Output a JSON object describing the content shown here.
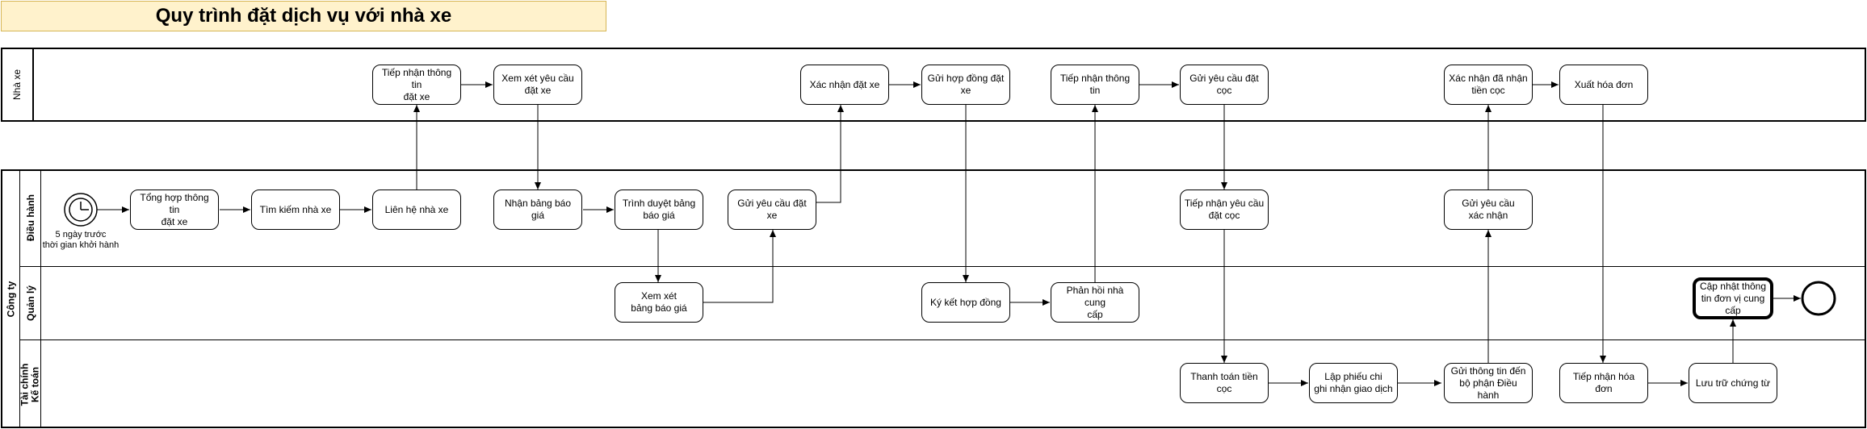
{
  "title": "Quy trình đặt dịch vụ với nhà xe",
  "pools": {
    "nha_xe": "Nhà xe",
    "cong_ty": "Công ty"
  },
  "lanes": {
    "dieu_hanh": "Điều hành",
    "quan_ly": "Quản lý",
    "tai_chinh": "Tài chính\nKế toán"
  },
  "start_event_label": "5 ngày trước\nthời gian khởi hành",
  "tasks": {
    "nx_tiep_nhan_thong_tin_dat_xe": "Tiếp nhận thông tin\nđặt xe",
    "nx_xem_xet_yeu_cau": "Xem xét yêu cầu\nđặt xe",
    "nx_xac_nhan_dat_xe": "Xác nhận đặt xe",
    "nx_gui_hop_dong": "Gửi hợp đồng đặt\nxe",
    "nx_tiep_nhan_thong_tin": "Tiếp nhận thông tin",
    "nx_gui_yeu_cau_dat_coc": "Gửi yêu cầu đặt cọc",
    "nx_xac_nhan_da_nhan_tien_coc": "Xác nhận đã nhận\ntiền cọc",
    "nx_xuat_hoa_don": "Xuất hóa đơn",
    "dh_tong_hop": "Tổng hợp thông tin\nđặt xe",
    "dh_tim_kiem": "Tìm kiếm nhà xe",
    "dh_lien_he": "Liên hệ nhà xe",
    "dh_nhan_bang_bao_gia": "Nhận bảng báo giá",
    "dh_trinh_duyet": "Trình duyệt bảng\nbáo giá",
    "dh_gui_yeu_cau_dat_xe": "Gửi yêu cầu đặt xe",
    "dh_tiep_nhan_yeu_cau_dat_coc": "Tiếp nhận yêu cầu\nđặt cọc",
    "dh_gui_yeu_cau_xac_nhan": "Gửi yêu cầu\nxác nhận",
    "ql_xem_xet_bang_bao_gia": "Xem xét\nbảng báo giá",
    "ql_ky_ket_hop_dong": "Ký kết hợp đồng",
    "ql_phan_hoi": "Phản hồi nhà cung\ncấp",
    "ql_cap_nhat": "Cập nhật thông\ntin đơn vị cung\ncấp",
    "kt_thanh_toan_tien_coc": "Thanh toán tiền cọc",
    "kt_lap_phieu_chi": "Lập phiếu chi\nghi nhận giao dịch",
    "kt_gui_thong_tin": "Gửi thông tin đến\nbộ phận Điều hành",
    "kt_tiep_nhan_hoa_don": "Tiếp nhận hóa đơn",
    "kt_luu_tru_chung_tu": "Lưu trữ chứng từ"
  }
}
